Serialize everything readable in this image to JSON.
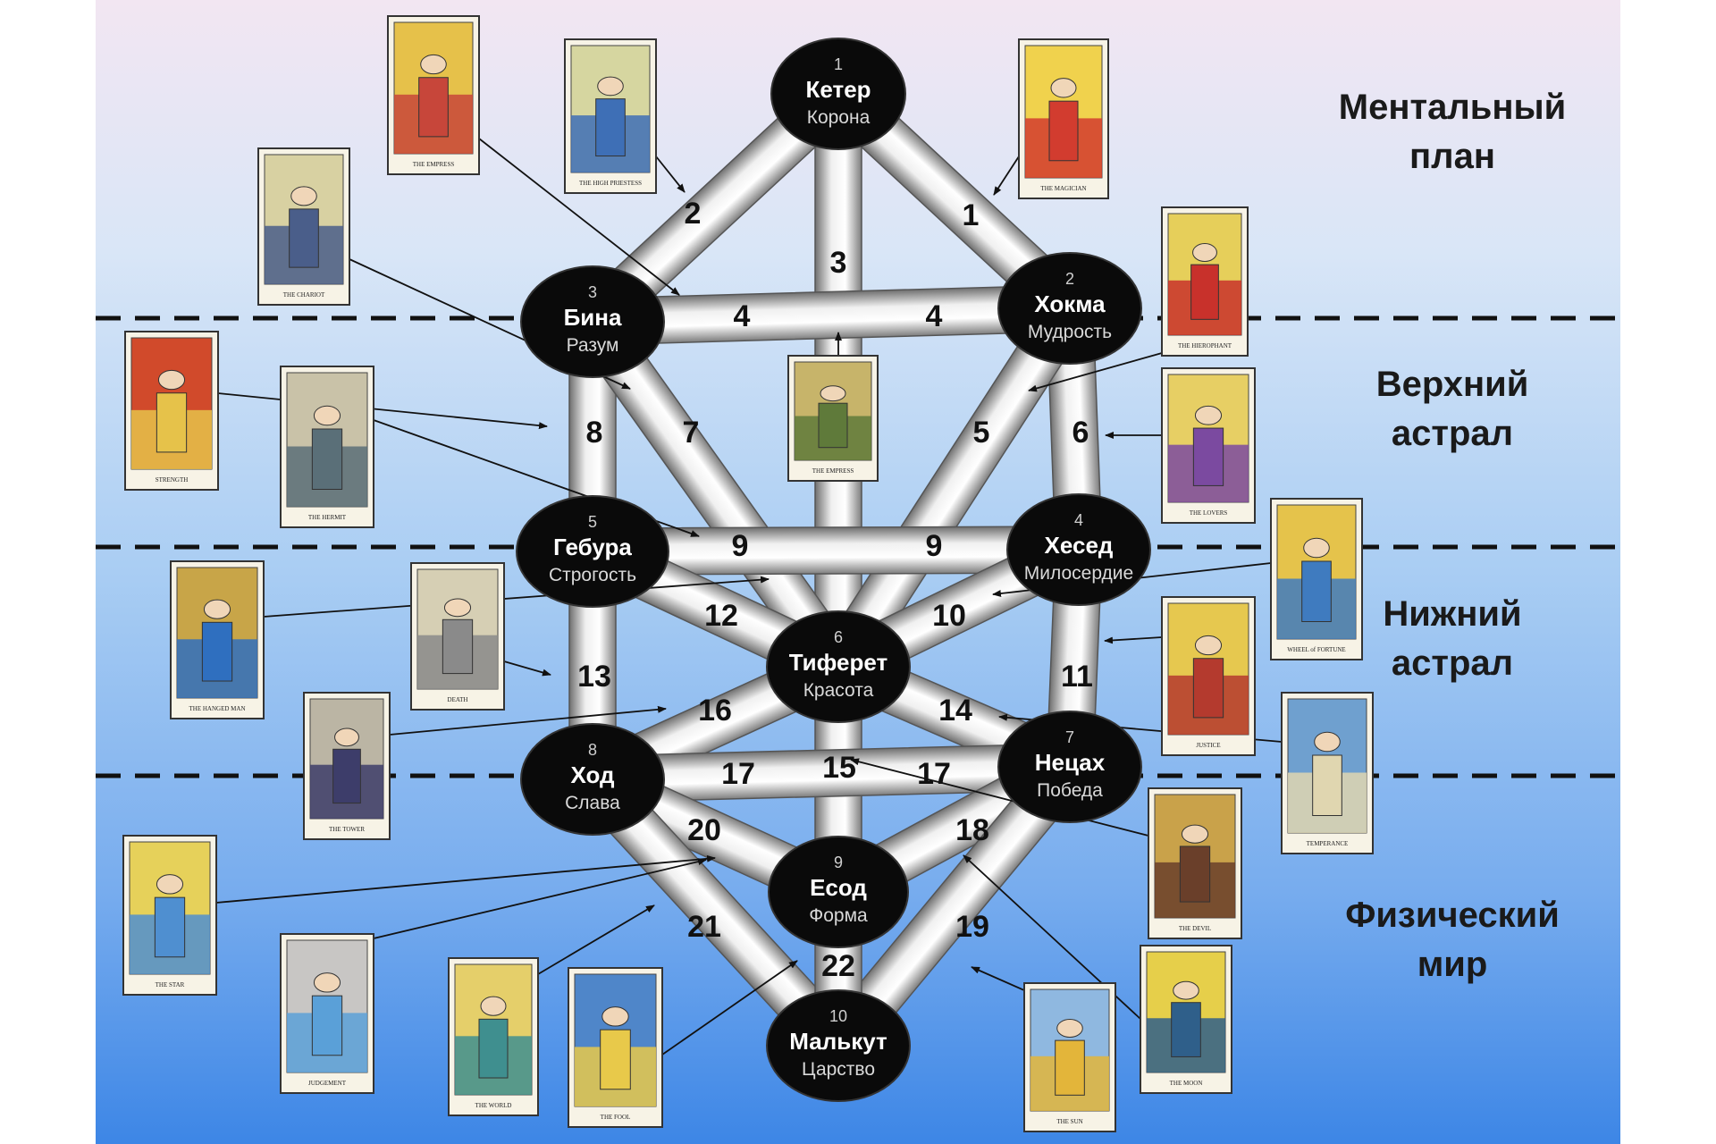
{
  "planes": [
    {
      "line1": "Ментальный",
      "line2": "план"
    },
    {
      "line1": "Верхний",
      "line2": "астрал"
    },
    {
      "line1": "Нижний",
      "line2": "астрал"
    },
    {
      "line1": "Физический",
      "line2": "мир"
    }
  ],
  "sefirot": [
    {
      "num": "1",
      "name": "Кетер",
      "sub": "Корона"
    },
    {
      "num": "2",
      "name": "Хокма",
      "sub": "Мудрость"
    },
    {
      "num": "3",
      "name": "Бина",
      "sub": "Разум"
    },
    {
      "num": "4",
      "name": "Хесед",
      "sub": "Милосердие"
    },
    {
      "num": "5",
      "name": "Гебура",
      "sub": "Строгость"
    },
    {
      "num": "6",
      "name": "Тиферет",
      "sub": "Красота"
    },
    {
      "num": "7",
      "name": "Нецах",
      "sub": "Победа"
    },
    {
      "num": "8",
      "name": "Ход",
      "sub": "Слава"
    },
    {
      "num": "9",
      "name": "Есод",
      "sub": "Форма"
    },
    {
      "num": "10",
      "name": "Малькут",
      "sub": "Царство"
    }
  ],
  "path_numbers": [
    "1",
    "2",
    "3",
    "4",
    "4",
    "5",
    "6",
    "7",
    "8",
    "9",
    "9",
    "10",
    "11",
    "12",
    "13",
    "14",
    "15",
    "16",
    "17",
    "17",
    "18",
    "19",
    "20",
    "21",
    "22"
  ],
  "cards": [
    {
      "caption": "THE EMPRESS",
      "icon": "tarot-card-empress"
    },
    {
      "caption": "THE HIGH PRIESTESS",
      "icon": "tarot-card-high-priestess"
    },
    {
      "caption": "THE MAGICIAN",
      "icon": "tarot-card-magician"
    },
    {
      "caption": "THE CHARIOT",
      "icon": "tarot-card-chariot"
    },
    {
      "caption": "THE HIEROPHANT",
      "icon": "tarot-card-hierophant"
    },
    {
      "caption": "STRENGTH",
      "icon": "tarot-card-strength"
    },
    {
      "caption": "THE HERMIT",
      "icon": "tarot-card-hermit"
    },
    {
      "caption": "THE EMPRESS",
      "icon": "tarot-card-empress-center"
    },
    {
      "caption": "THE LOVERS",
      "icon": "tarot-card-lovers"
    },
    {
      "caption": "WHEEL of FORTUNE",
      "icon": "tarot-card-wheel"
    },
    {
      "caption": "THE HANGED MAN",
      "icon": "tarot-card-hanged-man"
    },
    {
      "caption": "DEATH",
      "icon": "tarot-card-death"
    },
    {
      "caption": "JUSTICE",
      "icon": "tarot-card-justice"
    },
    {
      "caption": "THE TOWER",
      "icon": "tarot-card-tower"
    },
    {
      "caption": "TEMPERANCE",
      "icon": "tarot-card-temperance"
    },
    {
      "caption": "THE DEVIL",
      "icon": "tarot-card-devil"
    },
    {
      "caption": "THE STAR",
      "icon": "tarot-card-star"
    },
    {
      "caption": "JUDGEMENT",
      "icon": "tarot-card-judgement"
    },
    {
      "caption": "THE WORLD",
      "icon": "tarot-card-world"
    },
    {
      "caption": "THE FOOL",
      "icon": "tarot-card-fool"
    },
    {
      "caption": "THE MOON",
      "icon": "tarot-card-moon"
    },
    {
      "caption": "THE SUN",
      "icon": "tarot-card-sun"
    }
  ],
  "colors": {
    "sky_top": "#f2e6f2",
    "sky_bottom": "#3d86e6",
    "node": "#0a0a0a",
    "pillar_light": "#ffffff",
    "pillar_dark": "#8a8a8a"
  }
}
